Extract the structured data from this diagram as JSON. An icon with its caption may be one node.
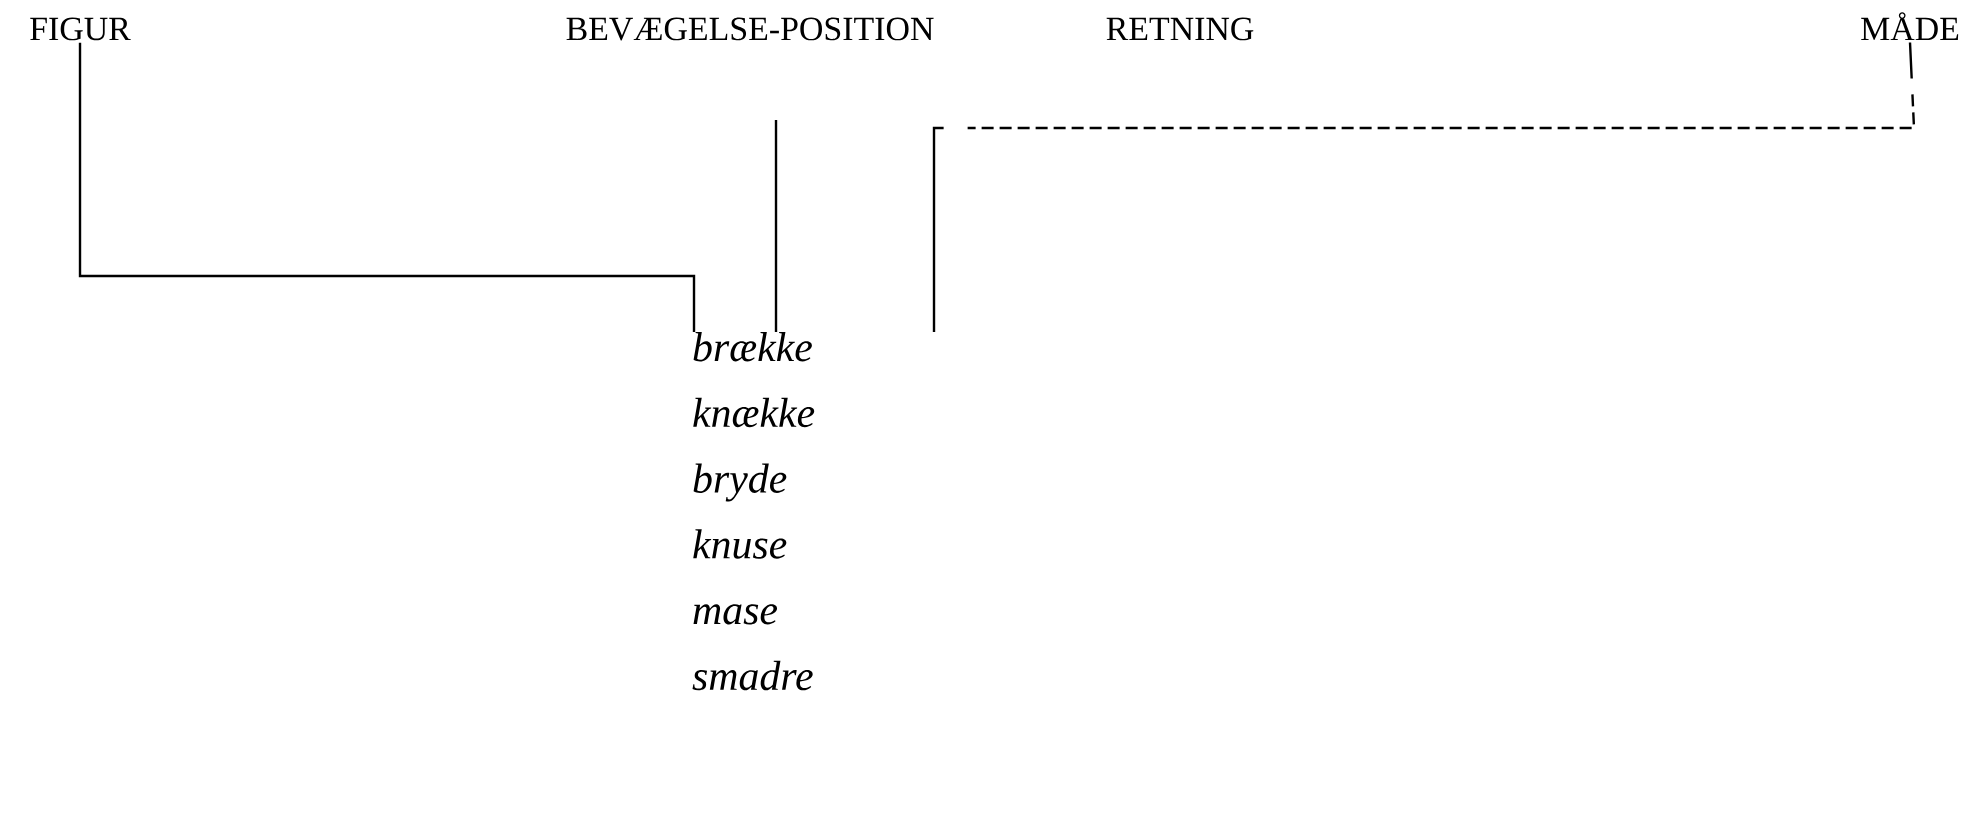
{
  "diagram": {
    "nodes": [
      {
        "text": [
          "FIGUR"
        ]
      },
      {
        "text": [
          "BEVÆGELSE-POSITION"
        ]
      },
      {
        "text": [
          "RETNING"
        ]
      },
      {
        "text": [
          "MÅDE"
        ]
      },
      {
        "text": [
          "brække",
          "knække",
          "bryde",
          "knuse",
          "mase",
          "smadre"
        ]
      }
    ],
    "edges": [
      {
        "from": 0,
        "to": 4,
        "arrow": "none"
      },
      {
        "from": 1,
        "to": 4,
        "arrow": "none"
      },
      {
        "from": 3,
        "to": 4,
        "arrow": "none",
        "style": "dashed"
      }
    ]
  }
}
